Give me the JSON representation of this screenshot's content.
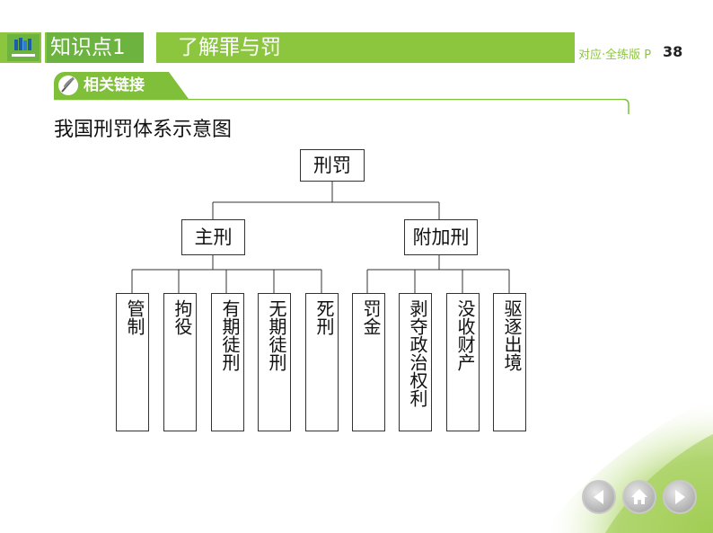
{
  "header": {
    "knowledge_point": "知识点1",
    "title": "了解罪与罚",
    "reference": "对应·全练版 P",
    "page_number": "38",
    "accent_color": "#8cc63f",
    "logo_icon": "books-logo-icon"
  },
  "section_tab": {
    "label": "相关链接",
    "icon": "quill-pen-icon"
  },
  "caption": "我国刑罚体系示意图",
  "diagram": {
    "root": "刑罚",
    "main_penalty": {
      "label": "主刑",
      "items": [
        "管制",
        "拘役",
        "有期徒刑",
        "无期徒刑",
        "死刑"
      ]
    },
    "additional_penalty": {
      "label": "附加刑",
      "items": [
        "罚金",
        "剥夺政治权利",
        "没收财产",
        "驱逐出境"
      ]
    }
  },
  "nav": {
    "prev_icon": "arrow-left-icon",
    "home_icon": "home-icon",
    "next_icon": "arrow-right-icon"
  }
}
